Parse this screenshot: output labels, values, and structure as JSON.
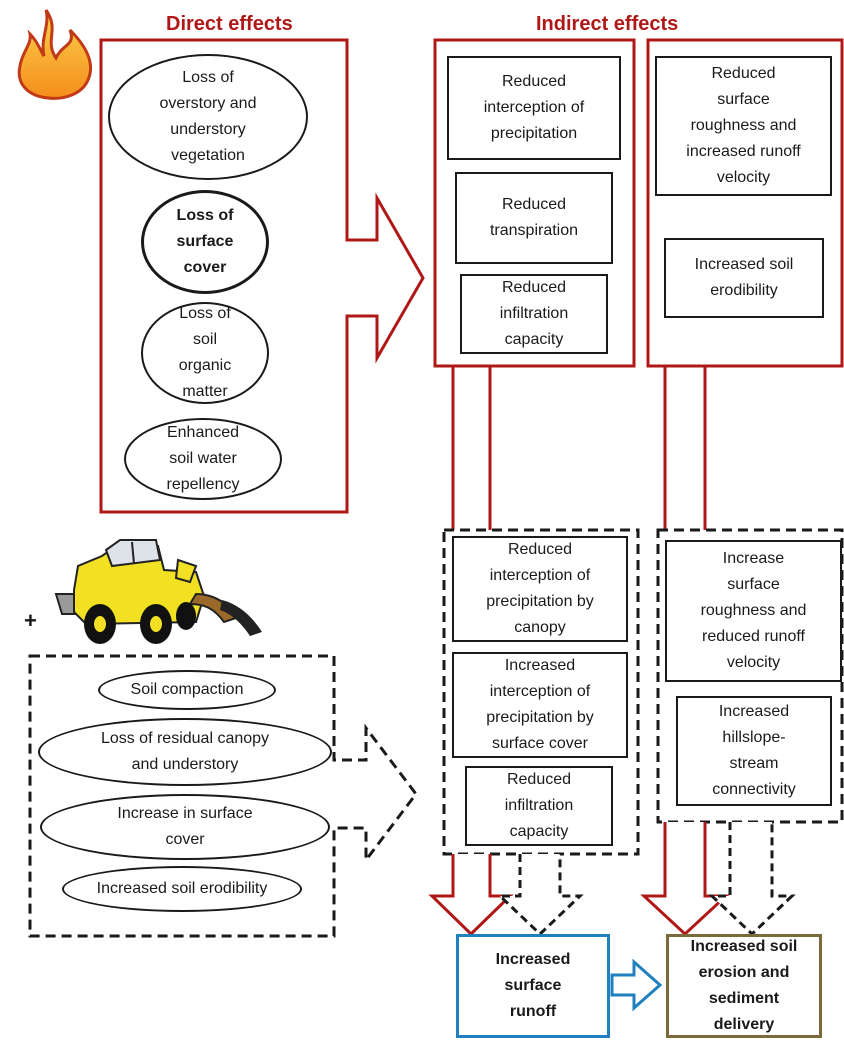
{
  "headers": {
    "direct": "Direct effects",
    "indirect": "Indirect effects"
  },
  "direct_effects": [
    "Loss of\noverstory and\nunderstory\nvegetation",
    "Loss of\nsurface\ncover",
    "Loss of\nsoil\norganic\nmatter",
    "Enhanced\nsoil water\nrepellency"
  ],
  "fire_indirect_left": [
    "Reduced\ninterception of\nprecipitation",
    "Reduced\ntranspiration",
    "Reduced\ninfiltration\ncapacity"
  ],
  "fire_indirect_right": [
    "Reduced\nsurface\nroughness and\nincreased runoff\nvelocity",
    "Increased soil\nerodibility"
  ],
  "plus_sign": "+",
  "harvest_direct": [
    "Soil compaction",
    "Loss of residual canopy\nand understory",
    "Increase in surface\ncover",
    "Increased soil erodibility"
  ],
  "harvest_indirect_left": [
    "Reduced\ninterception of\nprecipitation by\ncanopy",
    "Increased\ninterception of\nprecipitation by\nsurface cover",
    "Reduced\ninfiltration\ncapacity"
  ],
  "harvest_indirect_right": [
    "Increase\nsurface\nroughness and\nreduced runoff\nvelocity",
    "Increased\nhillslope-\nstream\nconnectivity"
  ],
  "outcomes": {
    "runoff": "Increased\nsurface\nrunoff",
    "erosion": "Increased soil\nerosion and\nsediment\ndelivery"
  },
  "icons": [
    "fire-icon",
    "logging-machine-icon"
  ],
  "colors": {
    "fire_red": "#b01818",
    "outline_black": "#1a1a1a",
    "runoff_blue": "#1f7fbf",
    "erosion_olive": "#7a6a3c",
    "flame_orange": "#f7a21b",
    "machine_yellow": "#f2e022"
  }
}
